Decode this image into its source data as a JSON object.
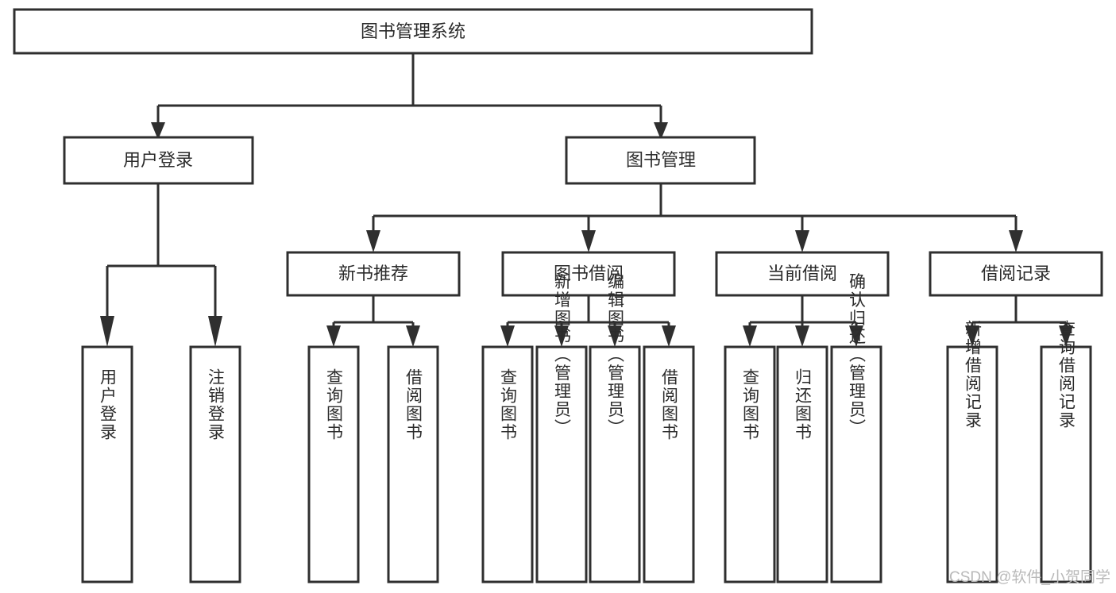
{
  "diagram": {
    "title": "图书管理系统",
    "type": "tree-hierarchy-diagram",
    "orientation": "top-down",
    "colors": {
      "box_border": "#2f2f2f",
      "box_fill": "#ffffff",
      "connector": "#2f2f2f",
      "text": "#2b2b2b",
      "watermark": "#b9b9b9",
      "background": "#ffffff"
    },
    "root": {
      "label": "图书管理系统",
      "name": "root-node"
    },
    "level2": [
      {
        "label": "用户登录",
        "name": "node-user-login"
      },
      {
        "label": "图书管理",
        "name": "node-book-management"
      }
    ],
    "level3": [
      {
        "label": "新书推荐",
        "name": "node-new-book-recommend"
      },
      {
        "label": "图书借阅",
        "name": "node-book-borrow"
      },
      {
        "label": "当前借阅",
        "name": "node-current-borrow"
      },
      {
        "label": "借阅记录",
        "name": "node-borrow-record"
      }
    ],
    "leaves": {
      "user_login": [
        {
          "label": "用户登录",
          "name": "leaf-user-login"
        },
        {
          "label": "注销登录",
          "name": "leaf-user-logout"
        }
      ],
      "new_book_recommend": [
        {
          "label": "查询图书",
          "name": "leaf-query-book-recommend"
        },
        {
          "label": "借阅图书",
          "name": "leaf-borrow-book-recommend"
        }
      ],
      "book_borrow": [
        {
          "label": "查询图书",
          "name": "leaf-query-book-borrow"
        },
        {
          "label": "新增图书（管理员）",
          "name": "leaf-add-book-admin"
        },
        {
          "label": "编辑图书（管理员）",
          "name": "leaf-edit-book-admin"
        },
        {
          "label": "借阅图书",
          "name": "leaf-borrow-book"
        }
      ],
      "current_borrow": [
        {
          "label": "查询图书",
          "name": "leaf-query-book-current"
        },
        {
          "label": "归还图书",
          "name": "leaf-return-book"
        },
        {
          "label": "确认归还（管理员）",
          "name": "leaf-confirm-return-admin"
        }
      ],
      "borrow_record": [
        {
          "label": "新增借阅记录",
          "name": "leaf-add-borrow-record"
        },
        {
          "label": "查询借阅记录",
          "name": "leaf-query-borrow-record"
        }
      ]
    },
    "watermark": "CSDN @软件_小贺同学"
  }
}
